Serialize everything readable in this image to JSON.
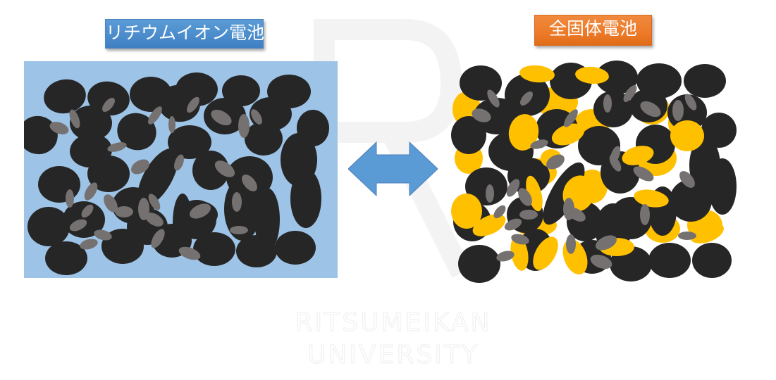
{
  "slide": {
    "left_title": "リチウムイオン電池",
    "right_title": "全固体電池",
    "arrow": "double-headed-arrow",
    "watermark": {
      "letter": "R",
      "line1": "RITSUMEIKAN",
      "line2": "UNIVERSITY"
    }
  },
  "panels": {
    "left": {
      "label": "リチウムイオン電池",
      "background": "#9dc3e6",
      "particles": {
        "active_material": {
          "color": "#262626"
        },
        "conductive_additive": {
          "color": "#767171"
        }
      }
    },
    "right": {
      "label": "全固体電池",
      "background": "#ffffff",
      "particles": {
        "active_material": {
          "color": "#262626"
        },
        "conductive_additive": {
          "color": "#767171"
        },
        "solid_electrolyte": {
          "color": "#ffc000"
        }
      }
    }
  },
  "colors": {
    "arrow": "#5b9bd5",
    "arrow_border": "#4a7ebb",
    "left_title_bg": "#5b9bd5",
    "right_title_bg": "#ed7d31",
    "watermark": "#f4f4f4"
  }
}
